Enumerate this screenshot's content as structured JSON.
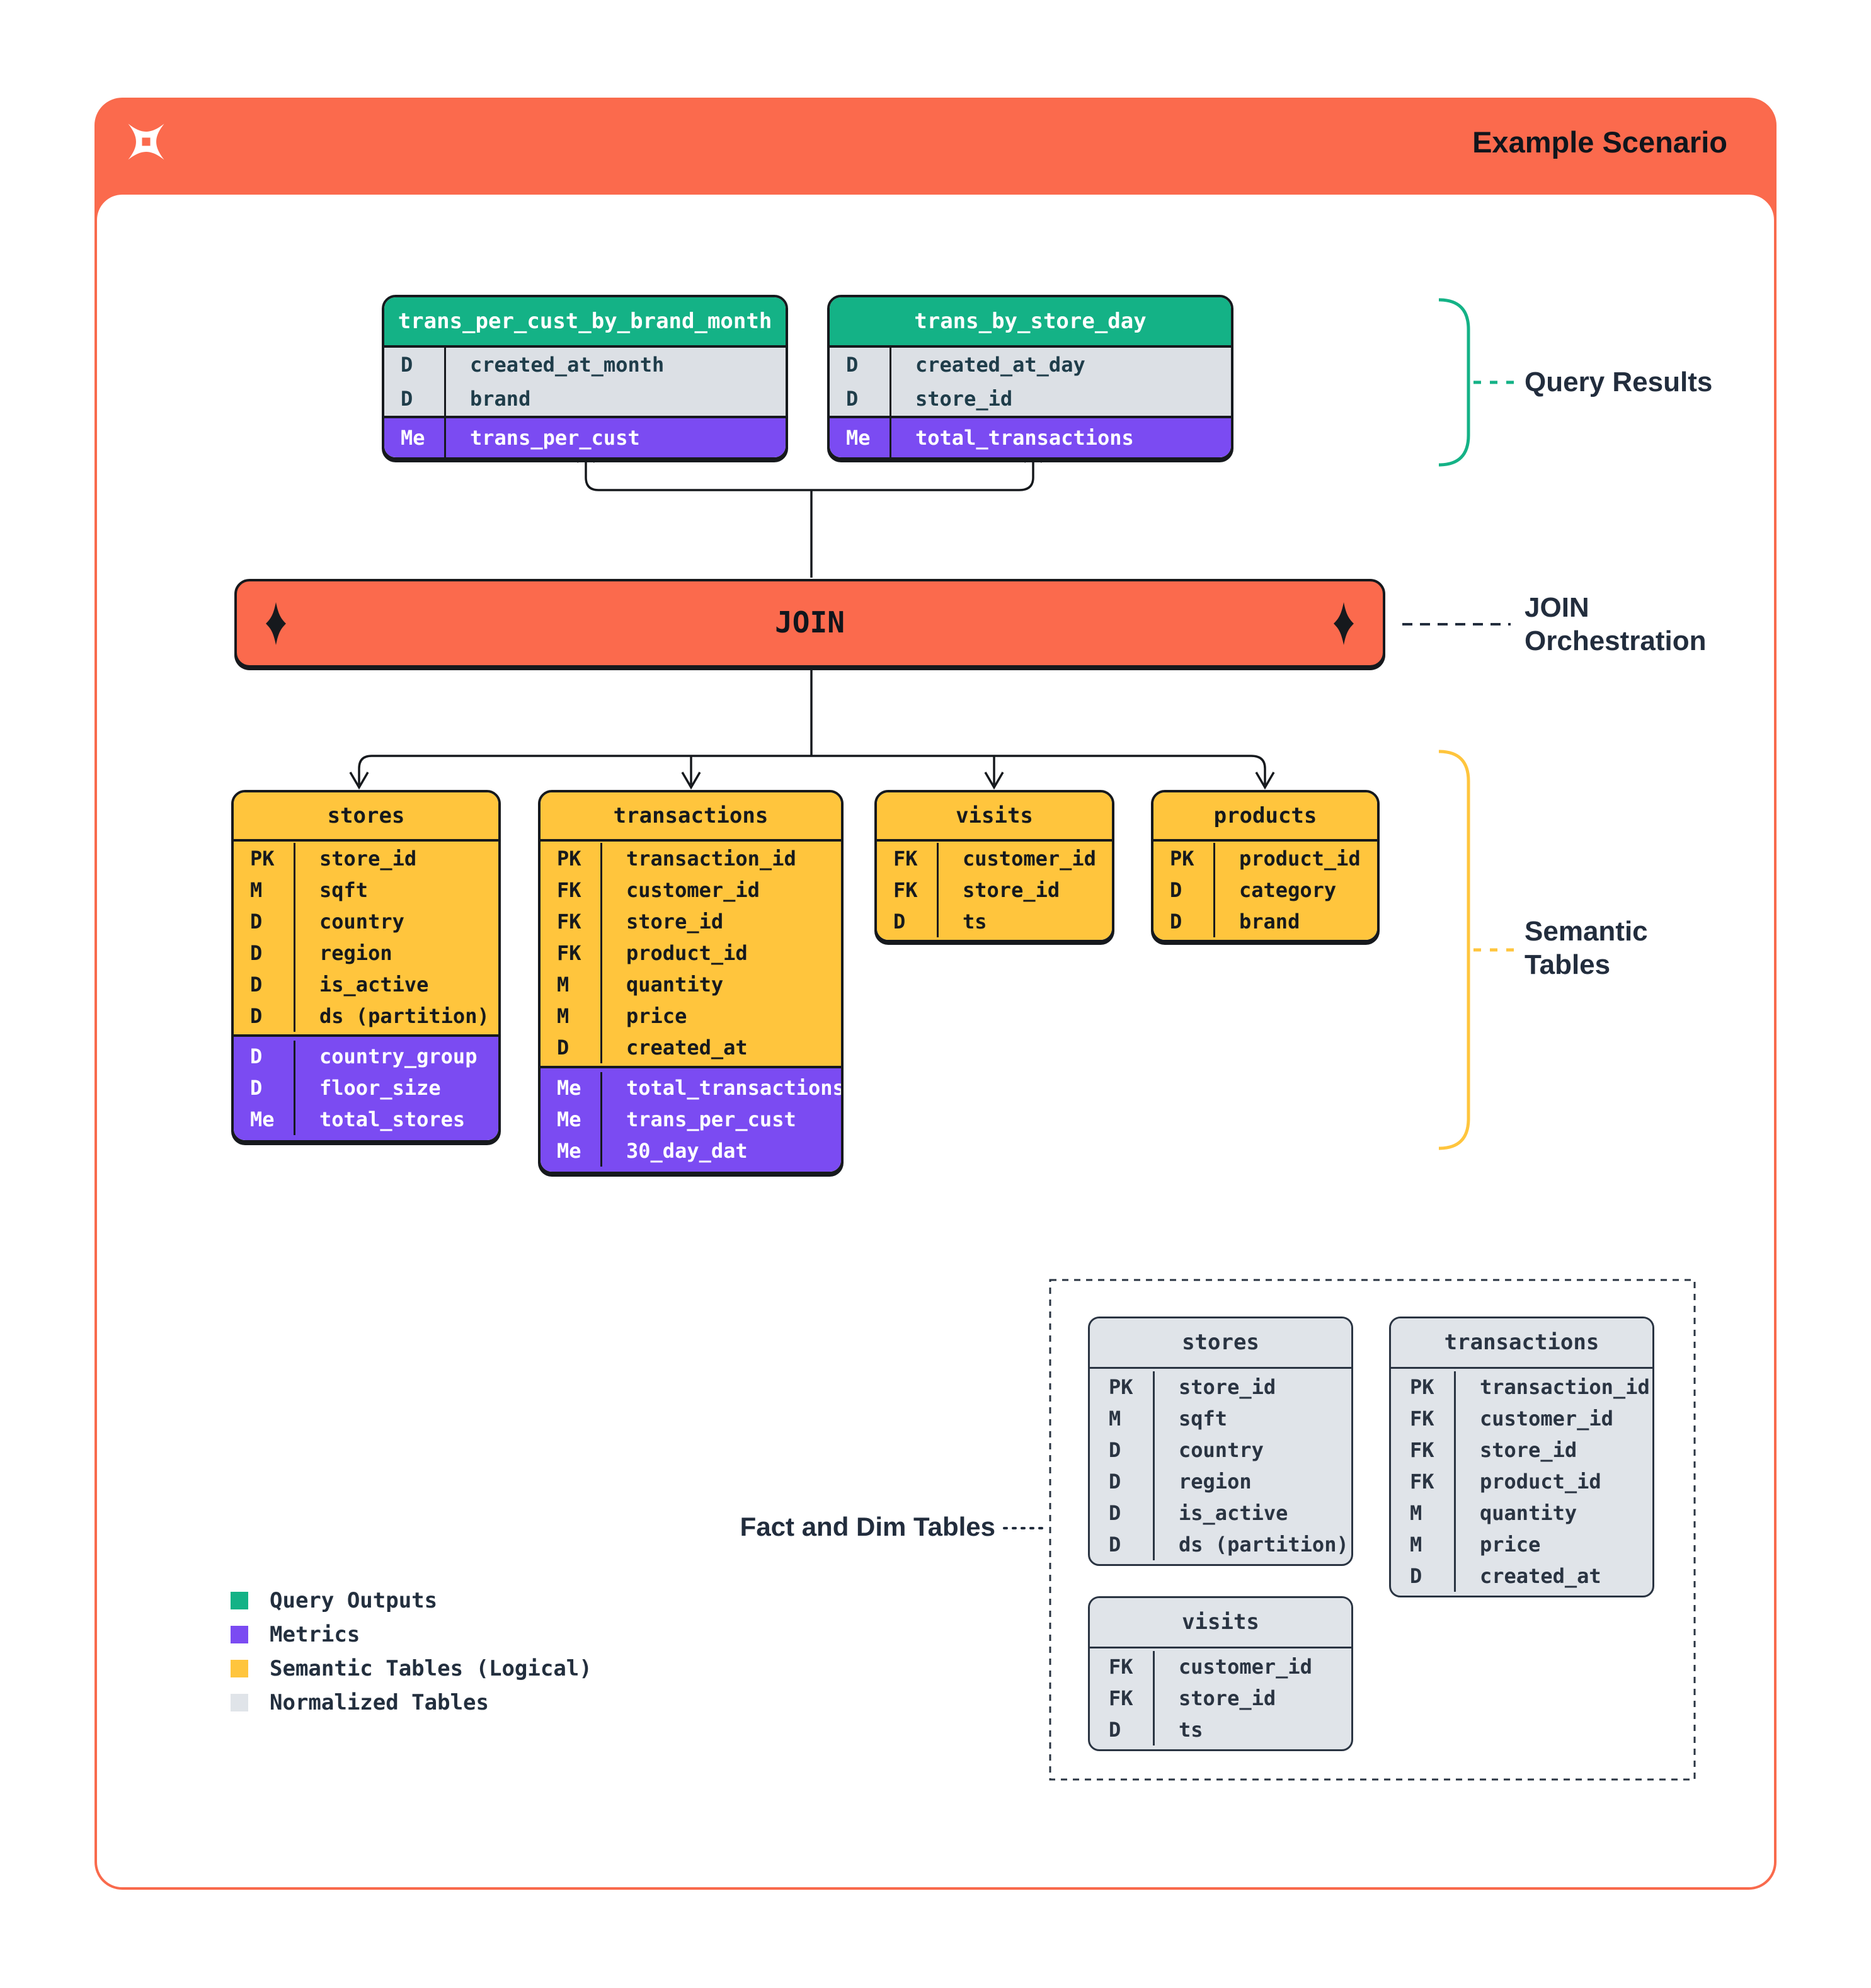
{
  "header": {
    "title": "Example Scenario",
    "logo": "pinwheel-x-logo"
  },
  "join": {
    "label": "JOIN"
  },
  "annotations": {
    "query_results": "Query Results",
    "join_orchestration": "JOIN\nOrchestration",
    "semantic_tables": "Semantic\nTables",
    "fact_and_dim": "Fact and Dim Tables"
  },
  "query_tables": [
    {
      "name": "trans_per_cust_by_brand_month",
      "rows": [
        {
          "k": "D",
          "n": "created_at_month"
        },
        {
          "k": "D",
          "n": "brand"
        }
      ],
      "metrics": [
        {
          "k": "Me",
          "n": "trans_per_cust"
        }
      ]
    },
    {
      "name": "trans_by_store_day",
      "rows": [
        {
          "k": "D",
          "n": "created_at_day"
        },
        {
          "k": "D",
          "n": "store_id"
        }
      ],
      "metrics": [
        {
          "k": "Me",
          "n": "total_transactions"
        }
      ]
    }
  ],
  "semantic_tables": [
    {
      "name": "stores",
      "rows": [
        {
          "k": "PK",
          "n": "store_id"
        },
        {
          "k": "M",
          "n": "sqft"
        },
        {
          "k": "D",
          "n": "country"
        },
        {
          "k": "D",
          "n": "region"
        },
        {
          "k": "D",
          "n": "is_active"
        },
        {
          "k": "D",
          "n": "ds (partition)"
        }
      ],
      "metrics": [
        {
          "k": "D",
          "n": "country_group"
        },
        {
          "k": "D",
          "n": "floor_size"
        },
        {
          "k": "Me",
          "n": "total_stores"
        }
      ]
    },
    {
      "name": "transactions",
      "rows": [
        {
          "k": "PK",
          "n": "transaction_id"
        },
        {
          "k": "FK",
          "n": "customer_id"
        },
        {
          "k": "FK",
          "n": "store_id"
        },
        {
          "k": "FK",
          "n": "product_id"
        },
        {
          "k": "M",
          "n": "quantity"
        },
        {
          "k": "M",
          "n": "price"
        },
        {
          "k": "D",
          "n": "created_at"
        }
      ],
      "metrics": [
        {
          "k": "Me",
          "n": "total_transactions"
        },
        {
          "k": "Me",
          "n": "trans_per_cust"
        },
        {
          "k": "Me",
          "n": "30_day_dat"
        }
      ]
    },
    {
      "name": "visits",
      "rows": [
        {
          "k": "FK",
          "n": "customer_id"
        },
        {
          "k": "FK",
          "n": "store_id"
        },
        {
          "k": "D",
          "n": "ts"
        }
      ],
      "metrics": []
    },
    {
      "name": "products",
      "rows": [
        {
          "k": "PK",
          "n": "product_id"
        },
        {
          "k": "D",
          "n": "category"
        },
        {
          "k": "D",
          "n": "brand"
        }
      ],
      "metrics": []
    }
  ],
  "normalized_tables": [
    {
      "name": "stores",
      "rows": [
        {
          "k": "PK",
          "n": "store_id"
        },
        {
          "k": "M",
          "n": "sqft"
        },
        {
          "k": "D",
          "n": "country"
        },
        {
          "k": "D",
          "n": "region"
        },
        {
          "k": "D",
          "n": "is_active"
        },
        {
          "k": "D",
          "n": "ds (partition)"
        }
      ]
    },
    {
      "name": "transactions",
      "rows": [
        {
          "k": "PK",
          "n": "transaction_id"
        },
        {
          "k": "FK",
          "n": "customer_id"
        },
        {
          "k": "FK",
          "n": "store_id"
        },
        {
          "k": "FK",
          "n": "product_id"
        },
        {
          "k": "M",
          "n": "quantity"
        },
        {
          "k": "M",
          "n": "price"
        },
        {
          "k": "D",
          "n": "created_at"
        }
      ]
    },
    {
      "name": "visits",
      "rows": [
        {
          "k": "FK",
          "n": "customer_id"
        },
        {
          "k": "FK",
          "n": "store_id"
        },
        {
          "k": "D",
          "n": "ts"
        }
      ]
    }
  ],
  "legend": {
    "items": [
      {
        "label": "Query Outputs",
        "color": "#14B286"
      },
      {
        "label": "Metrics",
        "color": "#7B4BF2"
      },
      {
        "label": "Semantic Tables (Logical)",
        "color": "#FFC53D"
      },
      {
        "label": "Normalized Tables",
        "color": "#E0E4E9"
      }
    ]
  },
  "colors": {
    "orange": "#FB6A4D",
    "green": "#14B286",
    "purple": "#7B4BF2",
    "yellow": "#FFC53D",
    "row_gray": "#DDE1E6",
    "normalized_gray": "#E0E4E9",
    "ink": "#16191D",
    "navy": "#2A3442",
    "label_ink": "#222D3D"
  }
}
